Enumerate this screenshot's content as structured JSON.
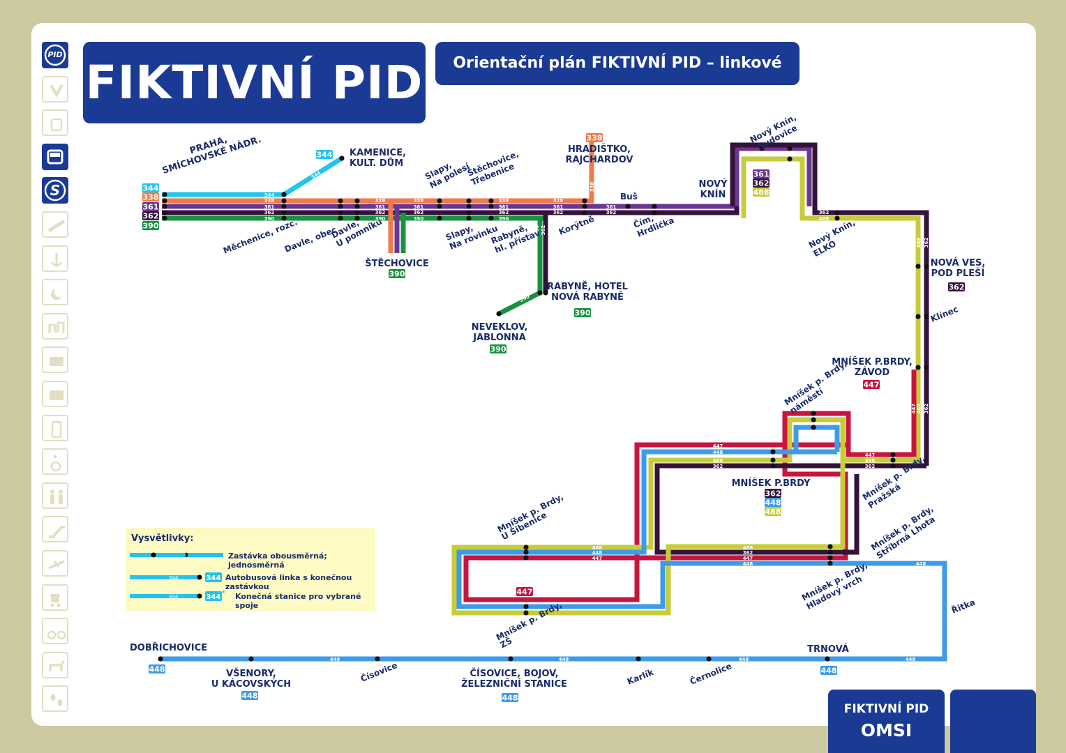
{
  "title": "FIKTIVNÍ PID",
  "subtitle": "Orientační plán FIKTIVNÍ PID – linkové vedení",
  "sidebar_icons": [
    {
      "name": "pid-logo-icon",
      "label": "PID",
      "active": true
    },
    {
      "name": "metro-icon",
      "active": false
    },
    {
      "name": "tram-icon",
      "active": false
    },
    {
      "name": "bus-icon",
      "active": true
    },
    {
      "name": "train-s-icon",
      "label": "S",
      "active": true
    },
    {
      "name": "funicular-icon",
      "active": false
    },
    {
      "name": "ferry-anchor-icon",
      "active": false
    },
    {
      "name": "night-icon",
      "active": false
    },
    {
      "name": "park-ride-icon",
      "active": false
    },
    {
      "name": "ticket-icon",
      "active": false
    },
    {
      "name": "ticket-machine-icon",
      "active": false
    },
    {
      "name": "mobile-icon",
      "active": false
    },
    {
      "name": "wheelchair-icon",
      "active": false
    },
    {
      "name": "family-icon",
      "active": false
    },
    {
      "name": "escalator-icon",
      "active": false
    },
    {
      "name": "airport-icon",
      "active": false
    },
    {
      "name": "stroller-icon",
      "active": false
    },
    {
      "name": "bicycle-icon",
      "active": false
    },
    {
      "name": "dog-icon",
      "active": false
    },
    {
      "name": "footsteps-icon",
      "active": false
    }
  ],
  "colors": {
    "l344": "#22c4ee",
    "l338": "#f07a4a",
    "l361": "#6a3691",
    "l362": "#35123a",
    "l390": "#17933f",
    "l447": "#c8153f",
    "l448": "#3d9be9",
    "l488": "#c6cc3c",
    "navy": "#1a3a94"
  },
  "lines": {
    "l344": "344",
    "l338": "338",
    "l361": "361",
    "l362": "362",
    "l390": "390",
    "l447": "447",
    "l448": "448",
    "l488": "488"
  },
  "stops": {
    "praha": [
      "PRAHA,",
      "SMÍCHOVSKÉ NÁDR."
    ],
    "kamenice": [
      "KAMENICE,",
      "KULT. DŮM"
    ],
    "hradistko": [
      "HRADIŠTKO,",
      "RAJCHARDOV"
    ],
    "novy_knin_sudovice": [
      "Nový Knín,",
      "Sudovice"
    ],
    "novy_knin": [
      "NOVÝ",
      "KNÍN"
    ],
    "mechenice": "Měchenice, rozc.",
    "davle_obec": "Davle, obec",
    "davle_pomnik": [
      "Davle,",
      "U pomníku"
    ],
    "slapy_polesi": [
      "Slapy,",
      "Na polesí"
    ],
    "stechovice_trebenice": [
      "Štěchovice,",
      "Třebenice"
    ],
    "stechovice": "ŠTĚCHOVICE",
    "slapy_rovinku": [
      "Slapy,",
      "Na rovinku"
    ],
    "rabyne_pristav": [
      "Rabyně,",
      "hl. přístav"
    ],
    "koryne": "Korýtně",
    "bus": "Buš",
    "cim": [
      "Čím,",
      "Hrdlička"
    ],
    "novy_knin_elko": [
      "Nový Knín,",
      "ELKO"
    ],
    "nova_ves": [
      "NOVÁ VES,",
      "POD PLEŠÍ"
    ],
    "rabyne_hotel": [
      "RABYNĚ, HOTEL",
      "NOVÁ RABYNĚ"
    ],
    "neveklov": [
      "NEVEKLOV,",
      "JABLONNA"
    ],
    "klinec": "Klínec",
    "mnisek_zavod": [
      "MNÍŠEK P.BRDY,",
      "ZÁVOD"
    ],
    "mnisek_namesti": [
      "Mníšek p. Brdy,",
      "náměstí"
    ],
    "mnisek": "MNÍŠEK P.BRDY",
    "mnisek_prazska": [
      "Mníšek p. Brdy,",
      "Pražská"
    ],
    "mnisek_sibenice": [
      "Mníšek p. Brdy,",
      "U Šibenice"
    ],
    "mnisek_lhota": [
      "Mníšek p. Brdy,",
      "Stříbrná Lhota"
    ],
    "mnisek_hladovy": [
      "Mníšek p. Brdy,",
      "Hladový vrch"
    ],
    "mnisek_zs": [
      "Mníšek p. Brdy,",
      "ZŠ"
    ],
    "ritka": "Řitka",
    "dobrichovice": "DOBŘICHOVICE",
    "vsenory": [
      "VŠENORY,",
      "U KÁCOVSKÝCH"
    ],
    "cisovice": "Čísovice",
    "cisovice_bojov": [
      "ČÍSOVICE, BOJOV,",
      "ŽELEZNIČNÍ STANICE"
    ],
    "karlik": "Karlík",
    "cernolice": "Černolice",
    "trnova": "TRNOVÁ"
  },
  "legend": {
    "title": "Vysvětlivky:",
    "items": [
      "Zastávka obousměrná; jednosměrná",
      "Autobusová linka s konečnou zastávkou",
      "Konečná stanice pro vybrané spoje"
    ],
    "line": "344",
    "star": "*"
  },
  "footer": {
    "brand": "FIKTIVNÍ PID",
    "product": "OMSI"
  }
}
